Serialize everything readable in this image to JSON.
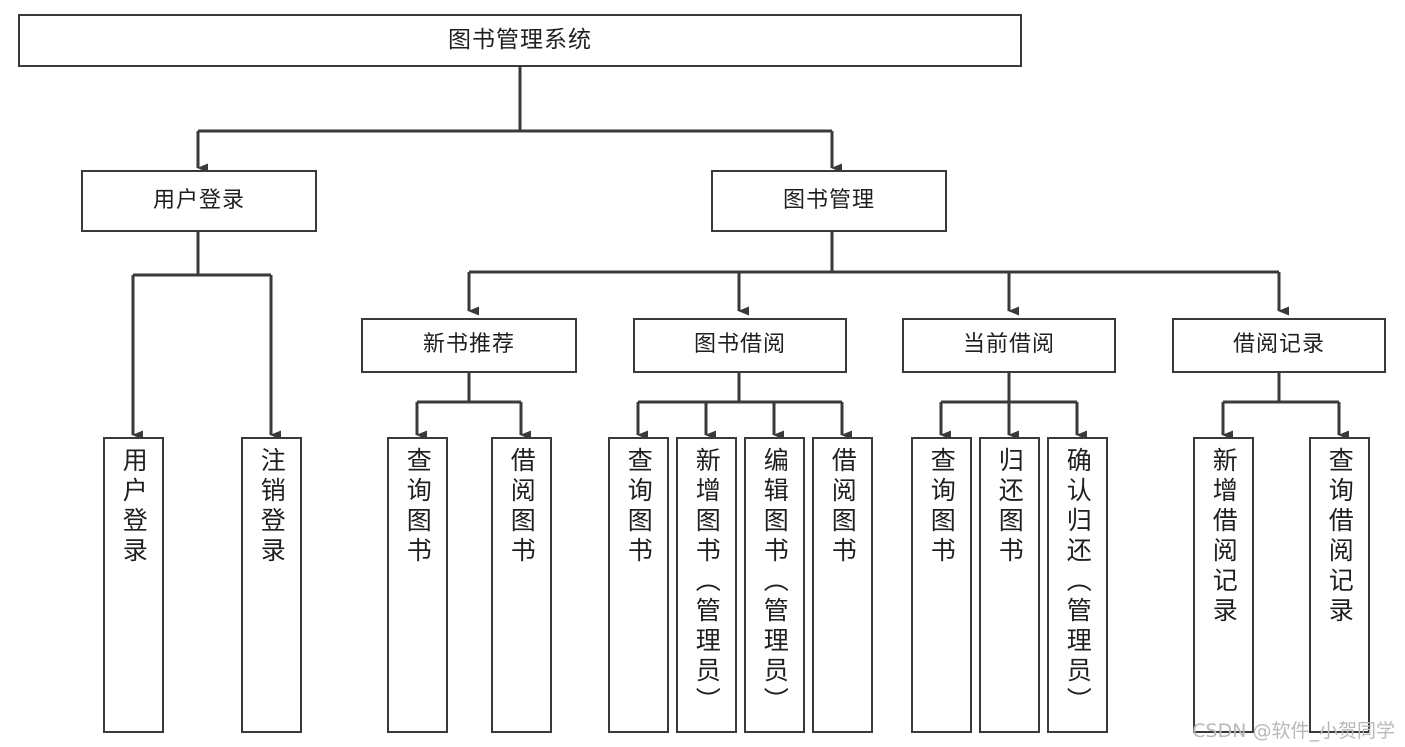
{
  "diagram": {
    "title": "图书管理系统",
    "type": "tree-hierarchy",
    "orientation": "top-down",
    "colors": {
      "box_border": "#3a3a3a",
      "box_fill": "#ffffff",
      "connector": "#3a3a3a",
      "text": "#1f1f1f",
      "watermark": "#b9b9b9"
    },
    "nodes": {
      "root": {
        "label": "图书管理系统"
      },
      "level2": [
        {
          "id": "user-login",
          "label": "用户登录"
        },
        {
          "id": "book-manage",
          "label": "图书管理"
        }
      ],
      "level3": [
        {
          "id": "new-book-recommend",
          "label": "新书推荐"
        },
        {
          "id": "book-borrow",
          "label": "图书借阅"
        },
        {
          "id": "current-borrow",
          "label": "当前借阅"
        },
        {
          "id": "borrow-record",
          "label": "借阅记录"
        }
      ],
      "leaves": {
        "user-login": [
          {
            "id": "leaf-user-login",
            "label": "用户登录"
          },
          {
            "id": "leaf-logout-login",
            "label": "注销登录"
          }
        ],
        "new-book-recommend": [
          {
            "id": "leaf-query-book-1",
            "label": "查询图书"
          },
          {
            "id": "leaf-borrow-book-1",
            "label": "借阅图书"
          }
        ],
        "book-borrow": [
          {
            "id": "leaf-query-book-2",
            "label": "查询图书"
          },
          {
            "id": "leaf-add-book-admin",
            "label": "新增图书（管理员）"
          },
          {
            "id": "leaf-edit-book-admin",
            "label": "编辑图书（管理员）"
          },
          {
            "id": "leaf-borrow-book-2",
            "label": "借阅图书"
          }
        ],
        "current-borrow": [
          {
            "id": "leaf-query-book-3",
            "label": "查询图书"
          },
          {
            "id": "leaf-return-book",
            "label": "归还图书"
          },
          {
            "id": "leaf-confirm-return-admin",
            "label": "确认归还（管理员）"
          }
        ],
        "borrow-record": [
          {
            "id": "leaf-add-borrow-record",
            "label": "新增借阅记录"
          },
          {
            "id": "leaf-query-borrow-record",
            "label": "查询借阅记录"
          }
        ]
      }
    }
  },
  "watermark": {
    "text": "CSDN @软件_小贺同学"
  }
}
